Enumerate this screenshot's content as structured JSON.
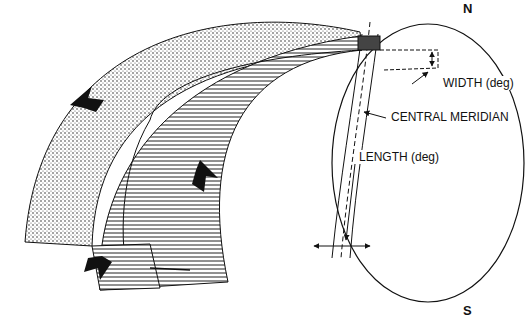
{
  "diagram": {
    "labels": [
      "N",
      "WIDTH (deg)",
      "CENTRAL MERIDIAN",
      "LENGTH (deg)",
      "S"
    ]
  }
}
